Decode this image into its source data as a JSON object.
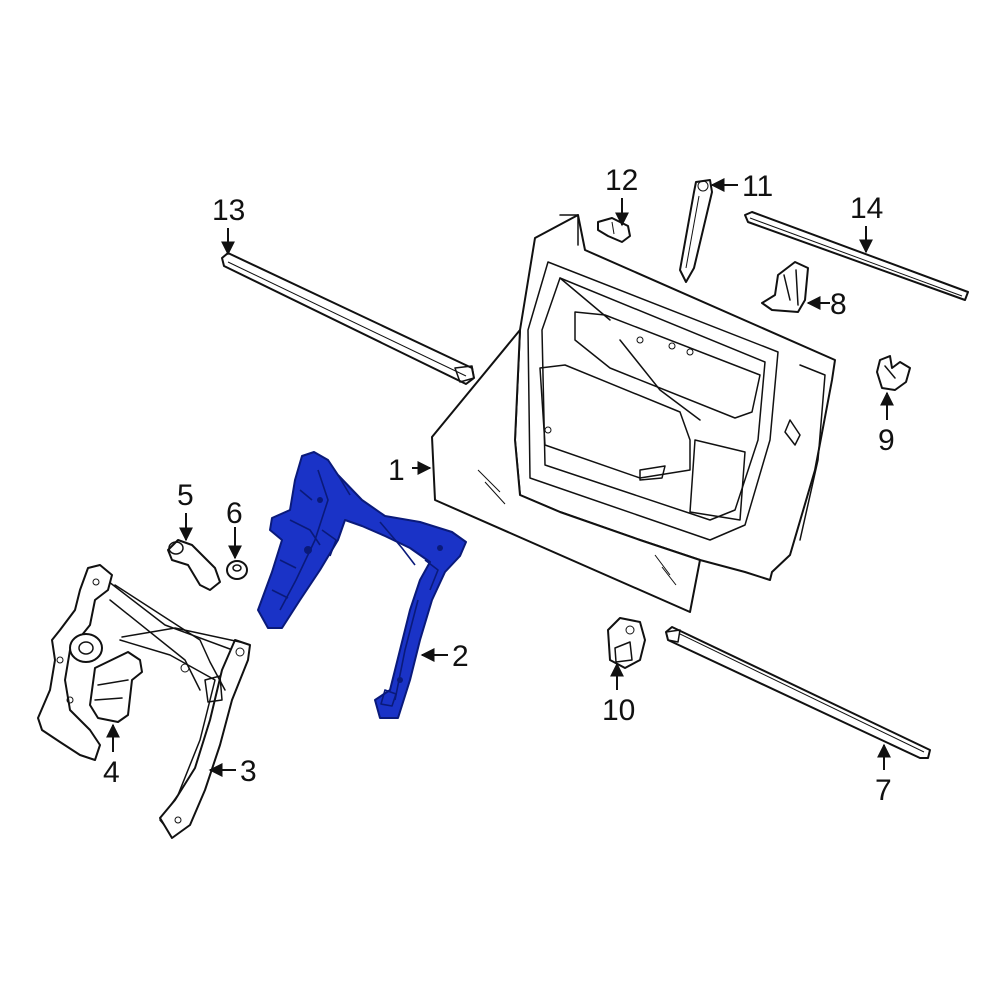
{
  "colors": {
    "highlight": "#1a33c7",
    "highlight_stroke": "#0a1a7a",
    "line": "#111111",
    "background": "#ffffff"
  },
  "callouts": {
    "c1": "1",
    "c2": "2",
    "c3": "3",
    "c4": "4",
    "c5": "5",
    "c6": "6",
    "c7": "7",
    "c8": "8",
    "c9": "9",
    "c10": "10",
    "c11": "11",
    "c12": "12",
    "c13": "13",
    "c14": "14"
  }
}
